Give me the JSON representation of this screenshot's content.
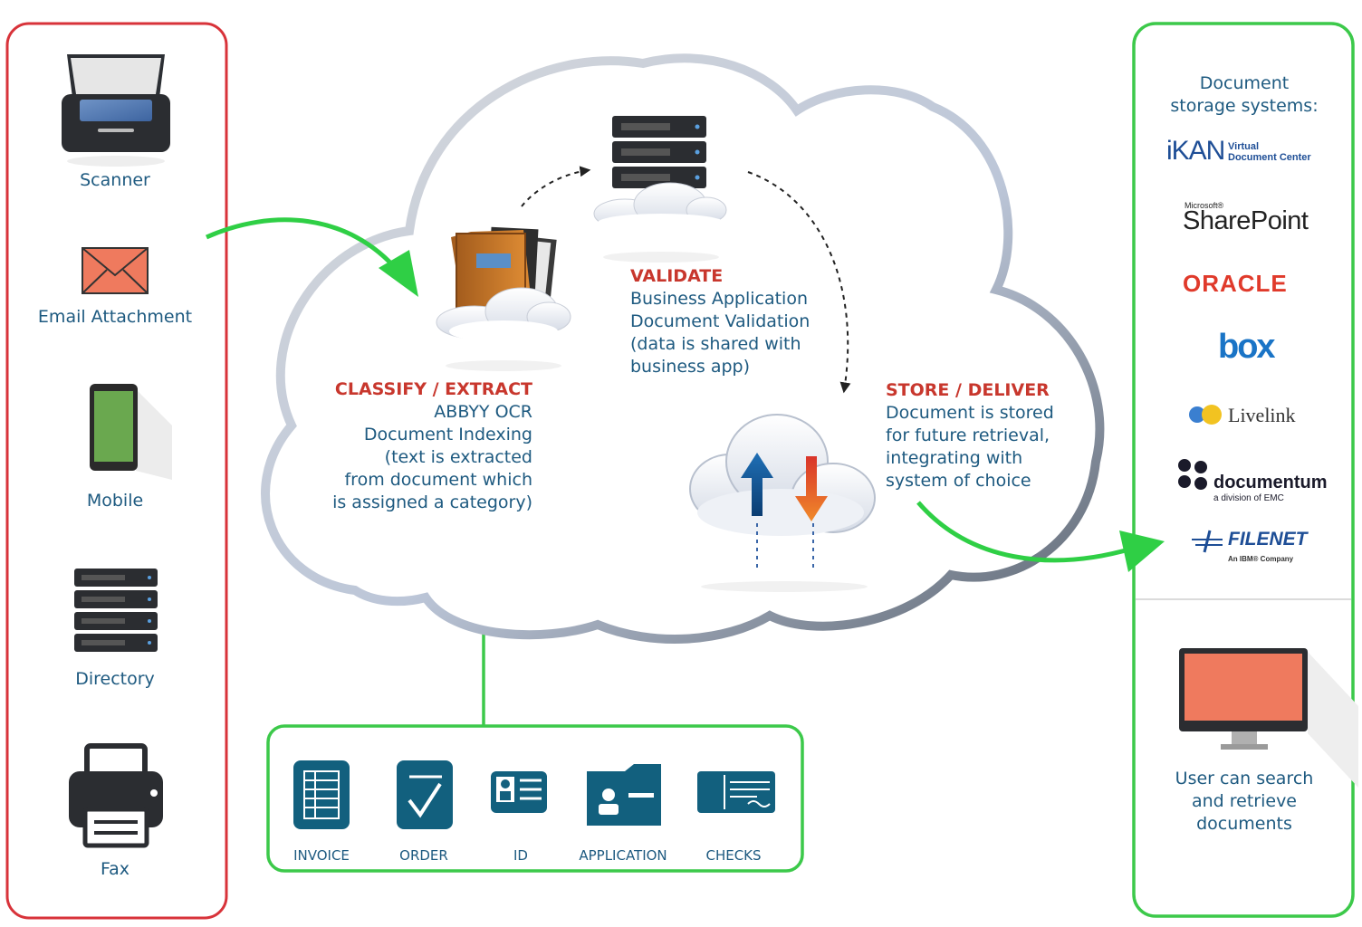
{
  "sources": {
    "scanner": "Scanner",
    "email": "Email Attachment",
    "mobile": "Mobile",
    "directory": "Directory",
    "fax": "Fax"
  },
  "classify": {
    "heading": "CLASSIFY / EXTRACT",
    "lines": [
      "ABBYY OCR",
      "Document Indexing",
      "(text is extracted",
      "from document which",
      "is assigned a category)"
    ]
  },
  "validate": {
    "heading": "VALIDATE",
    "lines": [
      "Business Application",
      "Document Validation",
      "(data is shared with",
      "business app)"
    ]
  },
  "store": {
    "heading": "STORE / DELIVER",
    "lines": [
      "Document is stored",
      "for future retrieval,",
      "integrating with",
      "system of choice"
    ]
  },
  "categories": [
    "INVOICE",
    "ORDER",
    "ID",
    "APPLICATION",
    "CHECKS"
  ],
  "storage": {
    "title_line1": "Document",
    "title_line2": "storage systems:",
    "ikan_main": "iKAN",
    "ikan_sub1": "Virtual",
    "ikan_sub2": "Document Center",
    "sharepoint_small": "Microsoft®",
    "sharepoint": "SharePoint",
    "oracle": "ORACLE",
    "box": "box",
    "livelink": "Livelink",
    "documentum": "documentum",
    "documentum_sub": "a division of EMC",
    "filenet": "FILENET",
    "filenet_sub": "An IBM® Company"
  },
  "retrieve": {
    "lines": [
      "User can search",
      "and retrieve",
      "documents"
    ]
  },
  "colors": {
    "red_frame": "#d8333a",
    "green_frame": "#3cc94a",
    "green_arrow": "#2fcf45",
    "text_blue": "#1e5a80",
    "heading_red": "#c8372d",
    "teal_icon": "#12607e"
  }
}
